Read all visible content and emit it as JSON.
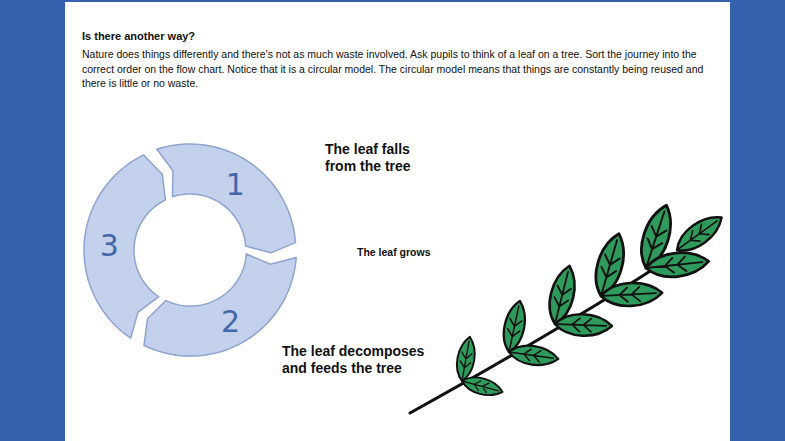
{
  "diagram": {
    "title": "Is there another way?",
    "nodes": [
      {
        "text": [
          "1"
        ]
      },
      {
        "text": [
          "2"
        ]
      },
      {
        "text": [
          "3"
        ]
      }
    ],
    "labels": [
      "Nature does things differently and there's not as much waste involved. Ask pupils to think of a leaf on a tree. Sort the journey into the correct order on the flow chart. Notice that it is a circular model. The circular model means that things are constantly being reused and there is little or no waste.",
      "The leaf falls from the tree",
      "The leaf grows",
      "The leaf decomposes and feeds the tree"
    ]
  }
}
